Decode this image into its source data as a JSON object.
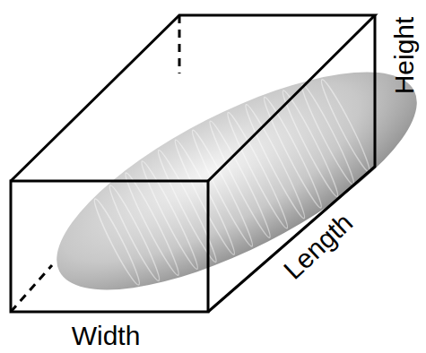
{
  "diagram": {
    "labels": [
      "Height",
      "Length",
      "Width"
    ]
  }
}
